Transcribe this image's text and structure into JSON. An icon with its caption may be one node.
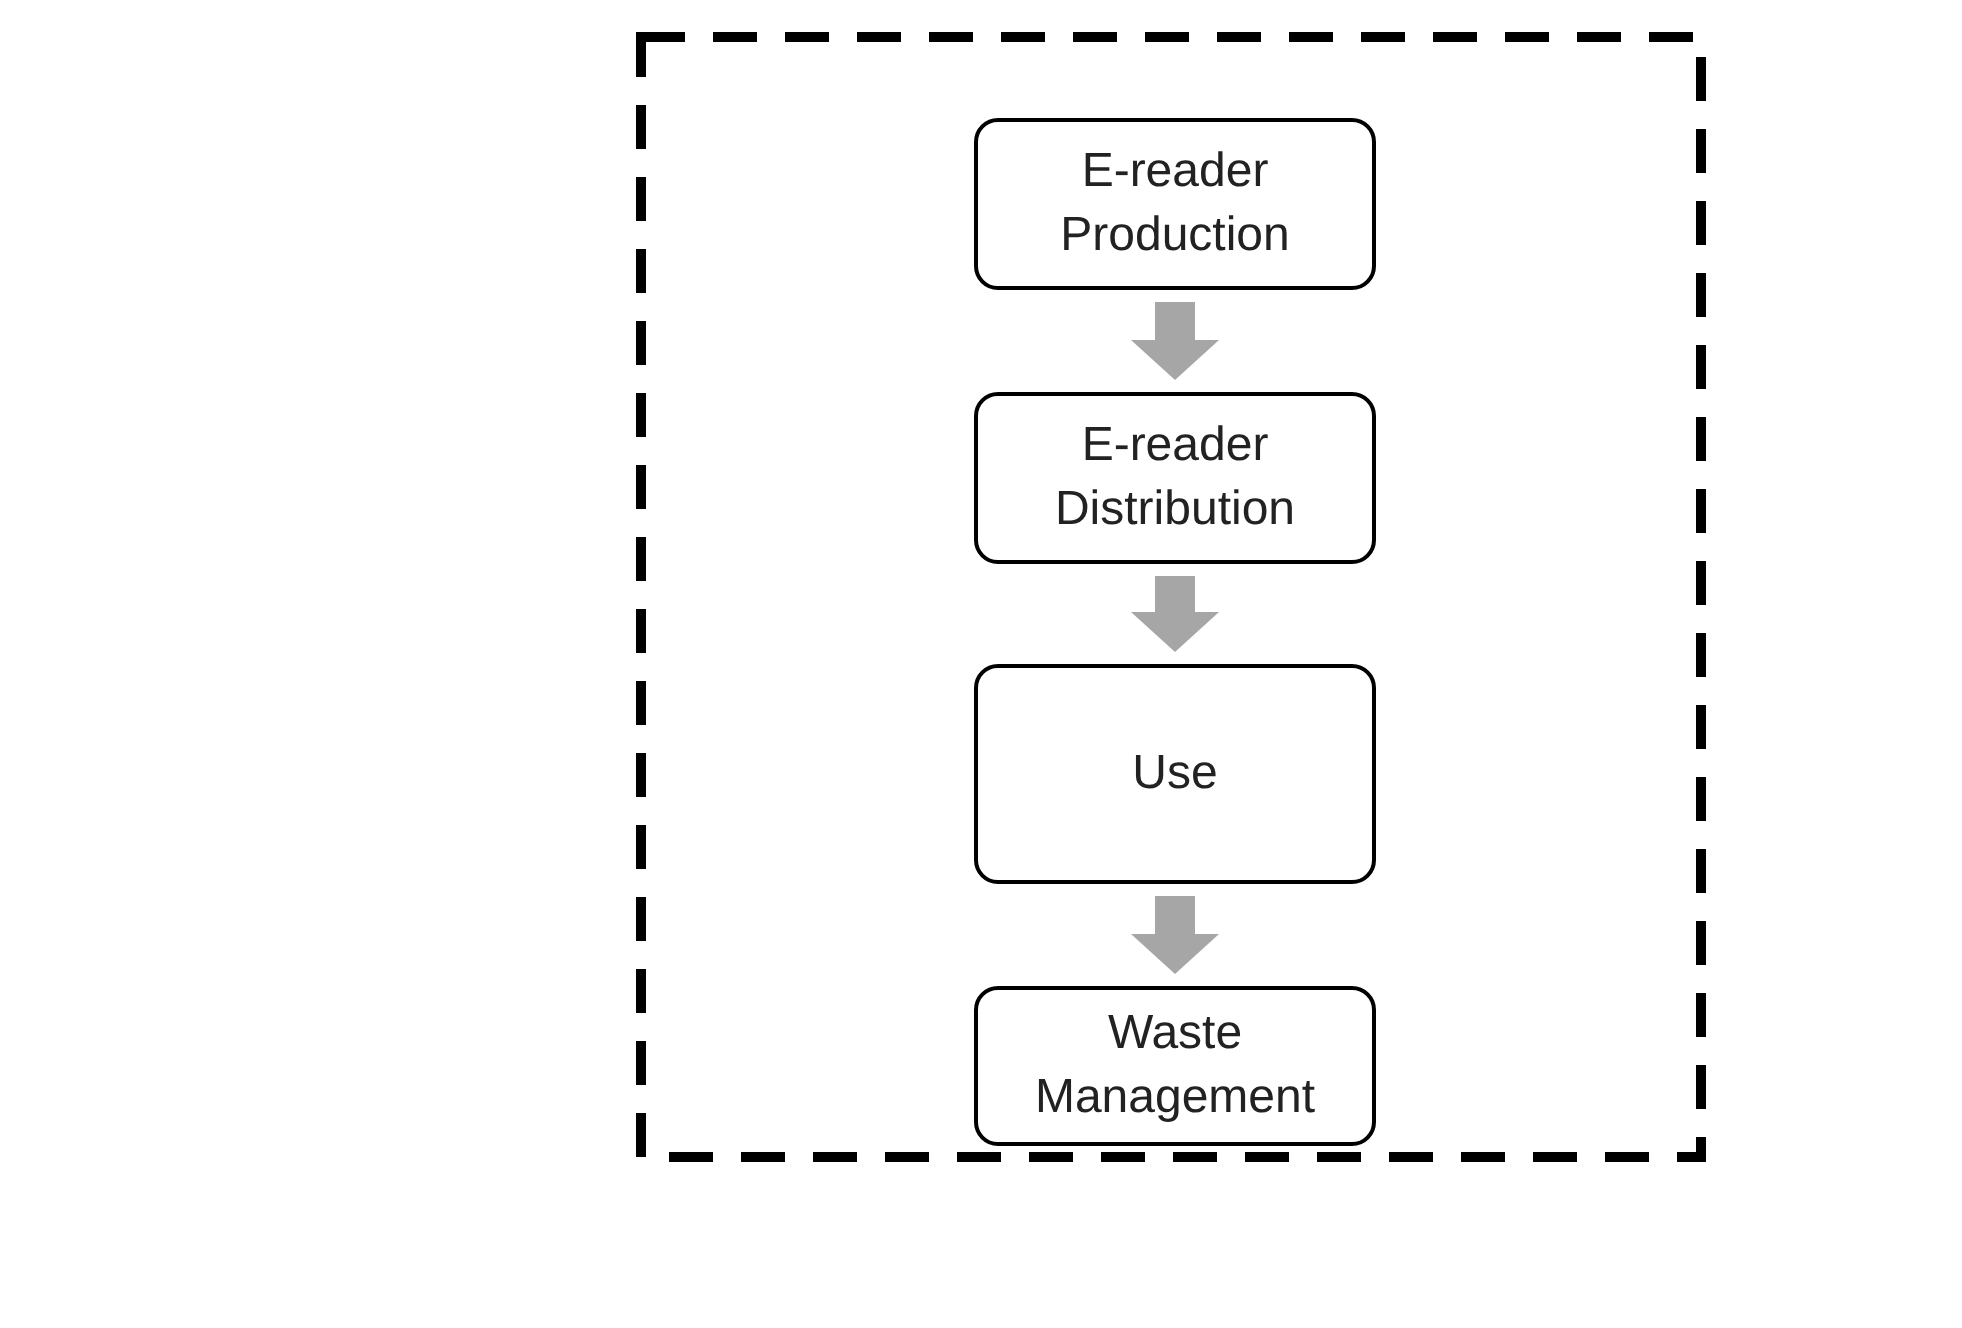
{
  "diagram": {
    "nodes": [
      {
        "text": [],
        "shape": "box"
      },
      {
        "text": [
          "E-reader Production"
        ],
        "in": 0
      },
      {
        "text": [
          "E-reader Distribution"
        ],
        "in": 0
      },
      {
        "text": [
          "Use"
        ],
        "in": 0
      },
      {
        "text": [
          "Waste Management"
        ],
        "in": 0
      }
    ],
    "edges": [
      {
        "from": 1,
        "to": 2,
        "arrow": "to"
      },
      {
        "from": 2,
        "to": 3,
        "arrow": "to"
      },
      {
        "from": 3,
        "to": 4,
        "arrow": "to"
      }
    ]
  }
}
